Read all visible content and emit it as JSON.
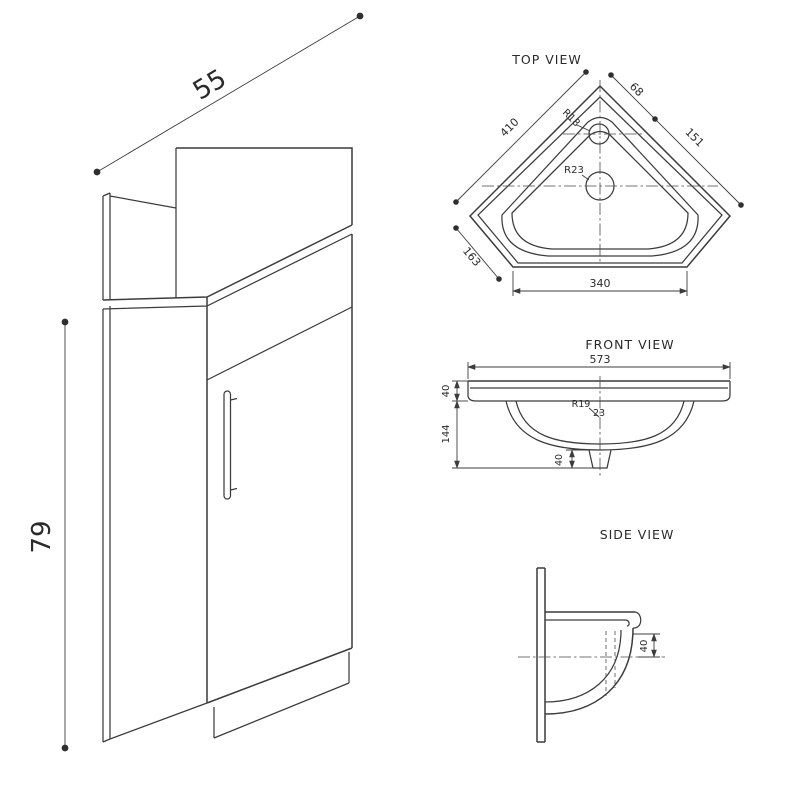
{
  "drawing": {
    "cabinet": {
      "width": "55",
      "height": "79"
    },
    "top_view": {
      "label": "TOP VIEW",
      "dim_151": "151",
      "dim_68": "68",
      "dim_410": "410",
      "dim_163": "163",
      "dim_340": "340",
      "radius_tap": "R18",
      "radius_waste": "R23"
    },
    "front_view": {
      "label": "FRONT VIEW",
      "dim_width": "573",
      "dim_rim_height": "40",
      "dim_depth": "144",
      "radius_bowl": "R19",
      "dim_23": "23",
      "dim_trap": "40"
    },
    "side_view": {
      "label": "SIDE VIEW",
      "dim_40": "40"
    },
    "colors": {
      "line": "#3c3c3c",
      "text": "#2a2a2a",
      "background": "#ffffff"
    }
  }
}
